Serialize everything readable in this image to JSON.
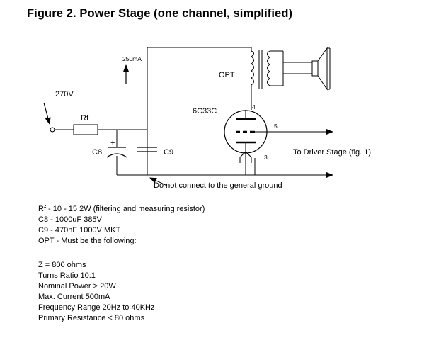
{
  "figure": {
    "title": "Figure 2.  Power Stage (one channel, simplified)"
  },
  "schematic": {
    "labels": {
      "current": "250mA",
      "supply_voltage": "270V",
      "rf": "Rf",
      "c8": "C8",
      "c9": "C9",
      "opt": "OPT",
      "tube": "6C33C",
      "pin4": "4",
      "pin5": "5",
      "pin3": "3",
      "driver": "To Driver Stage (fig. 1)",
      "ground_note": "Do not connect to the general ground",
      "polarity": "+"
    }
  },
  "notes": {
    "parts": [
      "Rf - 10 - 15  2W  (filtering and measuring resistor)",
      "C8 - 1000uF 385V",
      "C9 - 470nF 1000V MKT",
      "OPT - Must be the following:"
    ],
    "specs": [
      "Z = 800 ohms",
      "Turns Ratio 10:1",
      "Nominal Power > 20W",
      "Max. Current 500mA",
      "Frequency Range 20Hz to 40KHz",
      "Primary Resistance < 80 ohms"
    ]
  }
}
